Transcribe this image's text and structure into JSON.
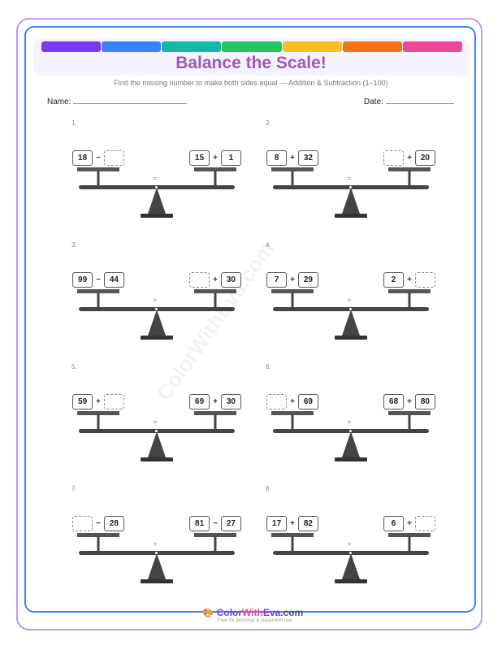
{
  "colors": {
    "stripes": [
      "#7c3aed",
      "#3b82f6",
      "#14b8a6",
      "#22c55e",
      "#fbbf24",
      "#f97316",
      "#ec4899"
    ],
    "title": "#9b59b6"
  },
  "header": {
    "title": "Balance the Scale!",
    "subtitle": "Find the missing number to make both sides equal — Addition & Subtraction (1–100)",
    "name_label": "Name:",
    "date_label": "Date:"
  },
  "watermark": "ColorWithEva.com",
  "problems": [
    {
      "label": "1.",
      "left": [
        "18",
        "−",
        ""
      ],
      "right": [
        "15",
        "+",
        "1"
      ],
      "equals": "="
    },
    {
      "label": "2.",
      "left": [
        "8",
        "+",
        "32"
      ],
      "right": [
        "",
        "+",
        "20"
      ],
      "equals": "="
    },
    {
      "label": "3.",
      "left": [
        "99",
        "−",
        "44"
      ],
      "right": [
        "",
        "+",
        "30"
      ],
      "equals": "="
    },
    {
      "label": "4.",
      "left": [
        "7",
        "+",
        "29"
      ],
      "right": [
        "2",
        "+",
        ""
      ],
      "equals": "="
    },
    {
      "label": "5.",
      "left": [
        "59",
        "+",
        ""
      ],
      "right": [
        "69",
        "+",
        "30"
      ],
      "equals": "="
    },
    {
      "label": "6.",
      "left": [
        "",
        "+",
        "69"
      ],
      "right": [
        "68",
        "+",
        "80"
      ],
      "equals": "="
    },
    {
      "label": "7.",
      "left": [
        "",
        "−",
        "28"
      ],
      "right": [
        "81",
        "−",
        "27"
      ],
      "equals": "="
    },
    {
      "label": "8.",
      "left": [
        "17",
        "+",
        "82"
      ],
      "right": [
        "6",
        "+",
        ""
      ],
      "equals": "="
    }
  ],
  "footer": {
    "brand_color": "Color",
    "brand_with": "With",
    "brand_eva": "Eva",
    "brand_com": ".com",
    "tagline": "Free for personal & classroom use",
    "logo_icon": "palette-icon"
  }
}
